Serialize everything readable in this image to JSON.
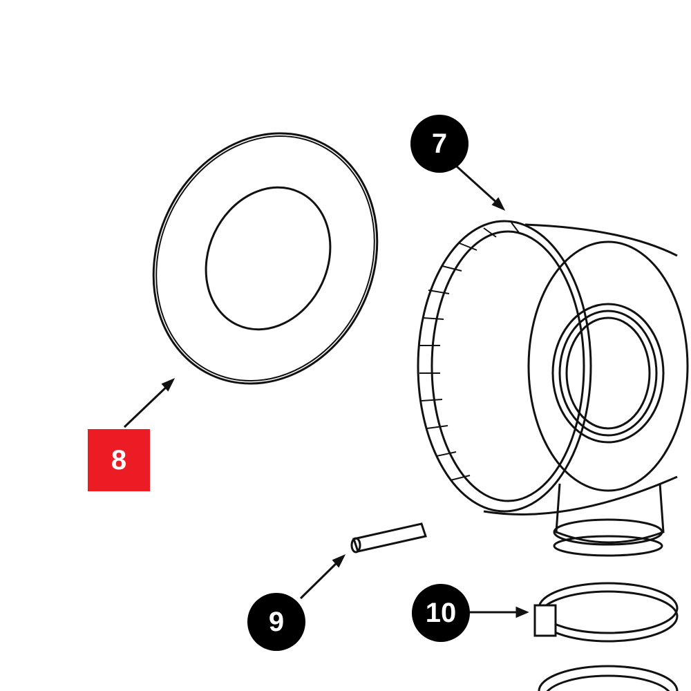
{
  "callouts": [
    {
      "label": "7",
      "part": "union-fitting"
    },
    {
      "label": "8",
      "part": "washer"
    },
    {
      "label": "9",
      "part": "pin"
    },
    {
      "label": "10",
      "part": "hose-clamp"
    }
  ],
  "colors": {
    "highlight": "#ec1c24",
    "callout": "#000000",
    "line": "#111111"
  }
}
